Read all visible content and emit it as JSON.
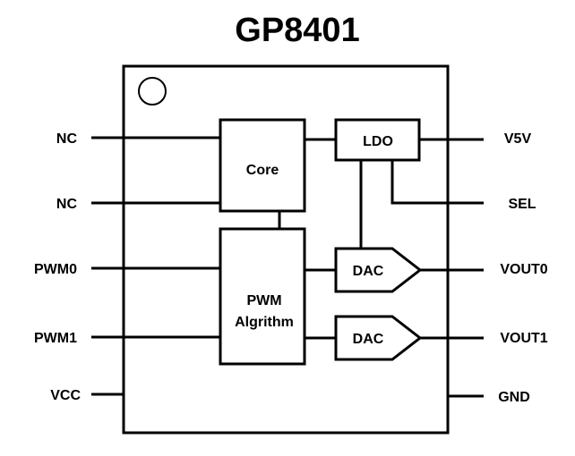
{
  "title": "GP8401",
  "pins_left": [
    "NC",
    "NC",
    "PWM0",
    "PWM1",
    "VCC"
  ],
  "pins_right": [
    "V5V",
    "SEL",
    "VOUT0",
    "VOUT1",
    "GND"
  ],
  "blocks": {
    "core": "Core",
    "ldo": "LDO",
    "dac0": "DAC",
    "dac1": "DAC",
    "pwm_line1": "PWM",
    "pwm_line2": "Algrithm"
  }
}
